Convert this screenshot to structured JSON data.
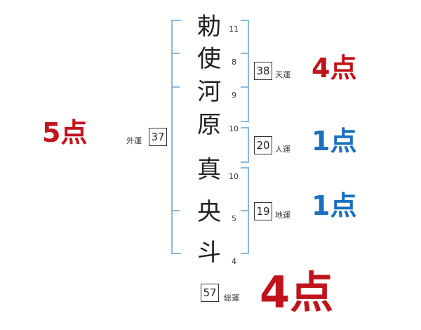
{
  "characters": [
    {
      "char": "勅",
      "strokes": "11"
    },
    {
      "char": "使",
      "strokes": "8"
    },
    {
      "char": "河",
      "strokes": "9"
    },
    {
      "char": "原",
      "strokes": "10"
    },
    {
      "char": "真",
      "strokes": "10"
    },
    {
      "char": "央",
      "strokes": "5"
    },
    {
      "char": "斗",
      "strokes": "4"
    }
  ],
  "fortunes": {
    "tenun": {
      "label": "天運",
      "value": "38",
      "score": "4点"
    },
    "jinun": {
      "label": "人運",
      "value": "20",
      "score": "1点"
    },
    "chiun": {
      "label": "地運",
      "value": "19",
      "score": "1点"
    },
    "gaiun": {
      "label": "外運",
      "value": "37",
      "score": "5点"
    },
    "soun": {
      "label": "総運",
      "value": "57",
      "score": "4点"
    }
  },
  "colors": {
    "good": "#c0141c",
    "bad": "#1a6fc0",
    "bracket": "#8ab8dc"
  }
}
